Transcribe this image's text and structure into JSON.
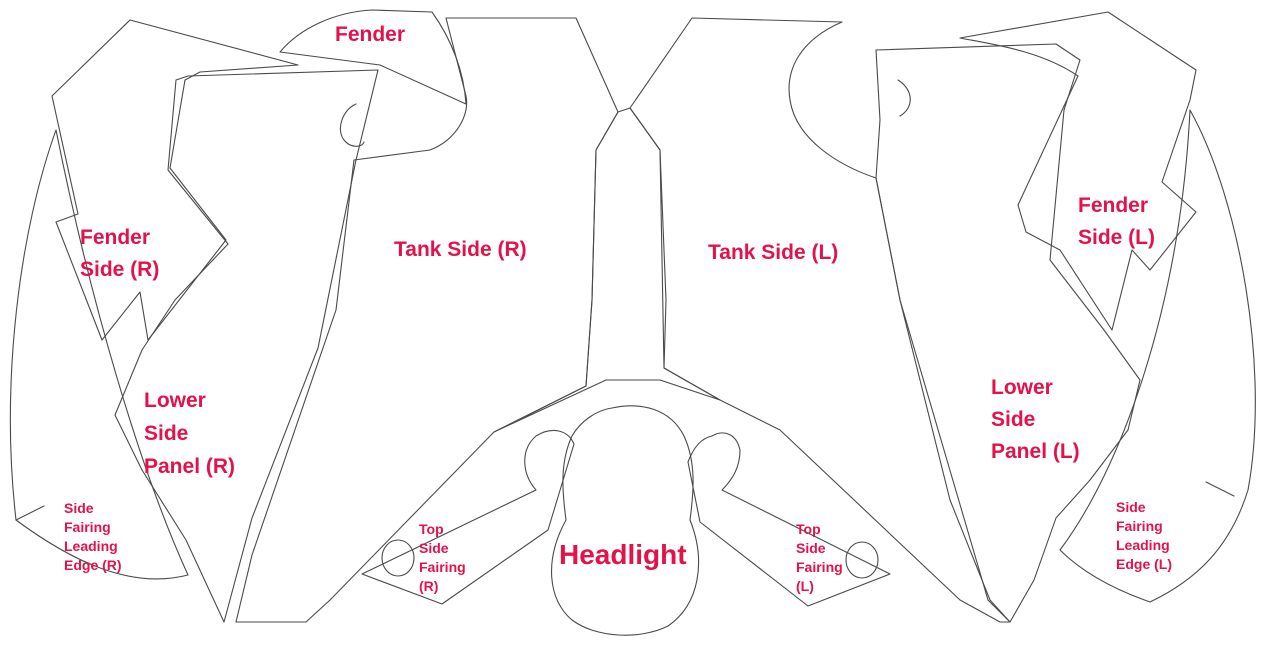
{
  "colors": {
    "label": "#e3124b",
    "outline": "#4a4a4a",
    "background": "#ffffff"
  },
  "labels": {
    "fender": [
      "Fender"
    ],
    "fender_side_r": [
      "Fender",
      "Side (R)"
    ],
    "fender_side_l": [
      "Fender",
      "Side (L)"
    ],
    "tank_side_r": [
      "Tank Side (R)"
    ],
    "tank_side_l": [
      "Tank Side (L)"
    ],
    "lower_side_panel_r": [
      "Lower",
      "Side",
      "Panel (R)"
    ],
    "lower_side_panel_l": [
      "Lower",
      "Side",
      "Panel (L)"
    ],
    "side_fairing_leading_edge_r": [
      "Side",
      "Fairing",
      "Leading",
      "Edge (R)"
    ],
    "side_fairing_leading_edge_l": [
      "Side",
      "Fairing",
      "Leading",
      "Edge (L)"
    ],
    "top_side_fairing_r": [
      "Top",
      "Side",
      "Fairing",
      "(R)"
    ],
    "top_side_fairing_l": [
      "Top",
      "Side",
      "Fairing",
      "(L)"
    ],
    "headlight": [
      "Headlight"
    ]
  }
}
